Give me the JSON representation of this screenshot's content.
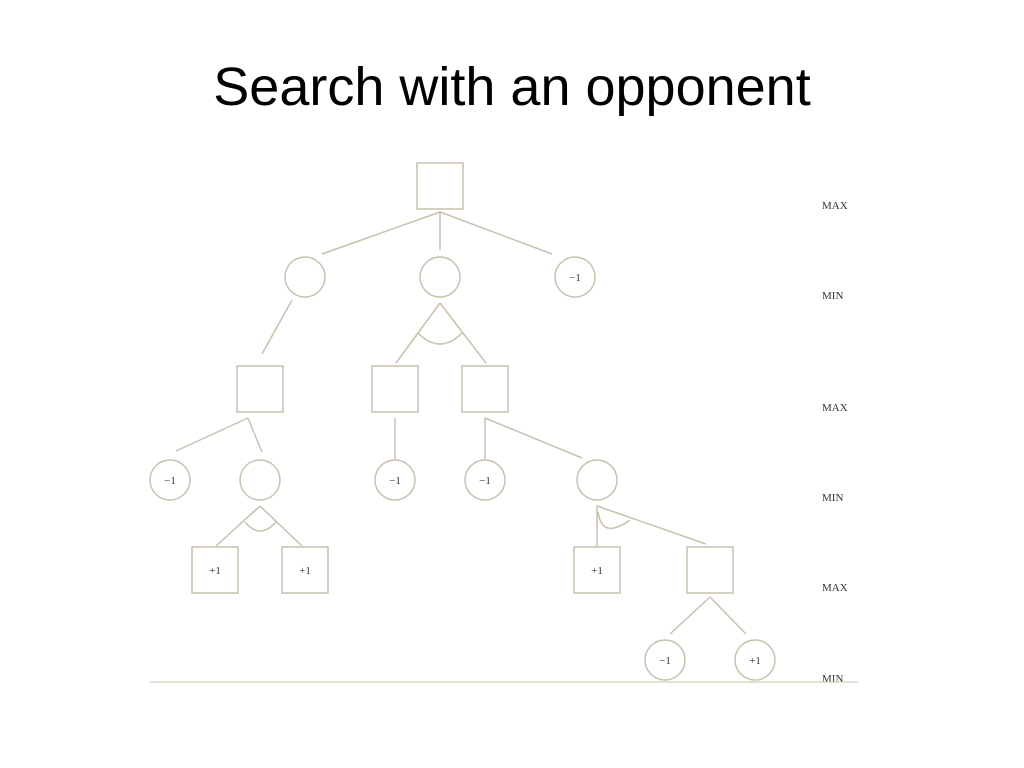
{
  "title": "Search with an opponent",
  "colors": {
    "stroke": "#c9c1ad",
    "text": "#333333"
  },
  "levels": [
    "MAX",
    "MIN",
    "MAX",
    "MIN",
    "MAX",
    "MIN"
  ],
  "nodes": [
    {
      "id": "root",
      "shape": "square",
      "value": ""
    },
    {
      "id": "m1",
      "shape": "circle",
      "value": ""
    },
    {
      "id": "m2",
      "shape": "circle",
      "value": ""
    },
    {
      "id": "m3",
      "shape": "circle",
      "value": "−1"
    },
    {
      "id": "x1",
      "shape": "square",
      "value": ""
    },
    {
      "id": "x2",
      "shape": "square",
      "value": ""
    },
    {
      "id": "x3",
      "shape": "square",
      "value": ""
    },
    {
      "id": "n1",
      "shape": "circle",
      "value": "−1"
    },
    {
      "id": "n2",
      "shape": "circle",
      "value": ""
    },
    {
      "id": "n3",
      "shape": "circle",
      "value": "−1"
    },
    {
      "id": "n4",
      "shape": "circle",
      "value": "−1"
    },
    {
      "id": "n5",
      "shape": "circle",
      "value": ""
    },
    {
      "id": "y1",
      "shape": "square",
      "value": "+1"
    },
    {
      "id": "y2",
      "shape": "square",
      "value": "+1"
    },
    {
      "id": "y3",
      "shape": "square",
      "value": "+1"
    },
    {
      "id": "y4",
      "shape": "square",
      "value": ""
    },
    {
      "id": "z1",
      "shape": "circle",
      "value": "−1"
    },
    {
      "id": "z2",
      "shape": "circle",
      "value": "+1"
    }
  ],
  "edges": [
    [
      "root",
      "m1"
    ],
    [
      "root",
      "m2"
    ],
    [
      "root",
      "m3"
    ],
    [
      "m1",
      "x1"
    ],
    [
      "m2",
      "x2"
    ],
    [
      "m2",
      "x3"
    ],
    [
      "x1",
      "n1"
    ],
    [
      "x1",
      "n2"
    ],
    [
      "x2",
      "n3"
    ],
    [
      "x3",
      "n4"
    ],
    [
      "x3",
      "n5"
    ],
    [
      "n2",
      "y1"
    ],
    [
      "n2",
      "y2"
    ],
    [
      "n5",
      "y3"
    ],
    [
      "n5",
      "y4"
    ],
    [
      "y4",
      "z1"
    ],
    [
      "y4",
      "z2"
    ]
  ],
  "and_arcs": [
    "m2",
    "n2",
    "n5"
  ]
}
